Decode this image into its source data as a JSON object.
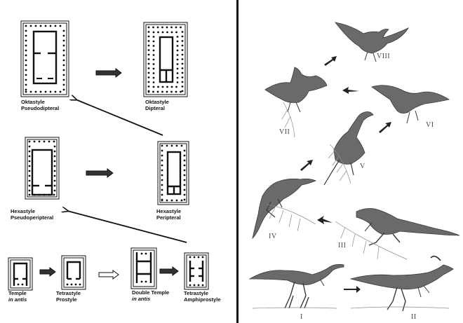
{
  "temples": {
    "oktastyle_pseudodipteral": [
      "Oktastyle",
      "Pseudodipteral"
    ],
    "oktastyle_dipteral": [
      "Oktastyle",
      "Dipteral"
    ],
    "hexastyle_pseudoperipteral": [
      "Hexastyle",
      "Pseudoperipteral"
    ],
    "hexastyle_peripteral": [
      "Hexastyle",
      "Peripteral"
    ],
    "temple_in_antis": [
      "Temple",
      "in antis"
    ],
    "tetrastyle_prostyle": [
      "Tetrastyle",
      "Prostyle"
    ],
    "double_temple_in_antis": [
      "Double Temple",
      "in antis"
    ],
    "tetrastyle_amphiprostyle": [
      "Tetrastyle",
      "Amphiprostyle"
    ]
  },
  "stages": [
    "I",
    "II",
    "III",
    "IV",
    "V",
    "VI",
    "VII",
    "VIII"
  ],
  "colors": {
    "ink": "#111111",
    "sketch": "#555555",
    "paper": "#ffffff"
  }
}
